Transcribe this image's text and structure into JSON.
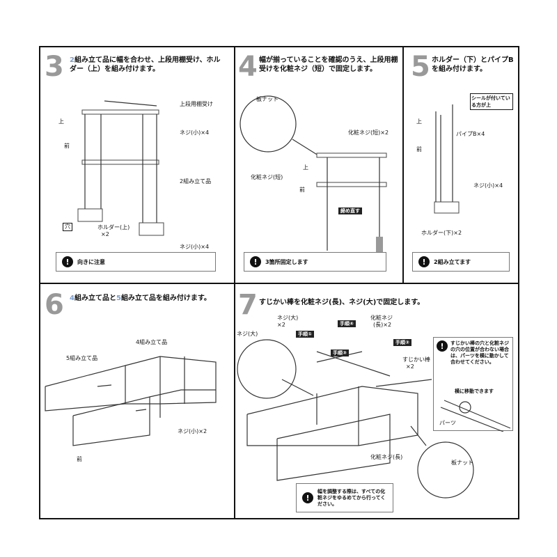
{
  "steps": [
    {
      "number": "3",
      "title_prefix": "2",
      "title": "組み立て品に幅を合わせ、上段用棚受け、ホルダー（上）を組み付けます。",
      "labels": [
        "上段用棚受け",
        "ネジ(小)×4",
        "2組み立て品",
        "ホルダー(上)",
        "×2",
        "ネジ(小)×4",
        "穴",
        "上",
        "前"
      ],
      "note": "向きに注意"
    },
    {
      "number": "4",
      "title": "幅が揃っていることを確認のうえ、上段用棚受けを化粧ネジ（短）で固定します。",
      "labels": [
        "板ナット",
        "化粧ネジ(短)×2",
        "化粧ネジ(短)",
        "締め直す",
        "上",
        "前"
      ],
      "note": "3箇所固定します"
    },
    {
      "number": "5",
      "title": "ホルダー（下）とパイプBを組み付けます。",
      "labels": [
        "シールが付いている方が上",
        "パイプB×4",
        "ネジ(小)×4",
        "ホルダー(下)×2",
        "上",
        "前"
      ],
      "note": "2組み立てます"
    },
    {
      "number": "6",
      "title_a": "4",
      "title_mid": "組み立て品と",
      "title_b": "5",
      "title_end": "組み立て品を組み付けます。",
      "labels": [
        "5組み立て品",
        "4組み立て品",
        "ネジ(小)×2",
        "前"
      ]
    },
    {
      "number": "7",
      "title": "すじかい棒を化粧ネジ(長)、ネジ(大)で固定します。",
      "labels": [
        "ネジ(大)",
        "ネジ(大)",
        "×2",
        "化粧ネジ",
        "(長)×2",
        "すじかい棒",
        "×2",
        "化粧ネジ(長)",
        "板ナット",
        "横に移動できます",
        "パーツ"
      ],
      "tags": [
        "手順①",
        "手順②",
        "手順③",
        "手順④"
      ],
      "note": "すじかい棒の穴と化粧ネジの穴の位置が合わない場合は、パーツを横に動かして合わせてください。",
      "note2": "幅を調整する際は、すべての化粧ネジをゆるめてから行ってください。"
    }
  ]
}
